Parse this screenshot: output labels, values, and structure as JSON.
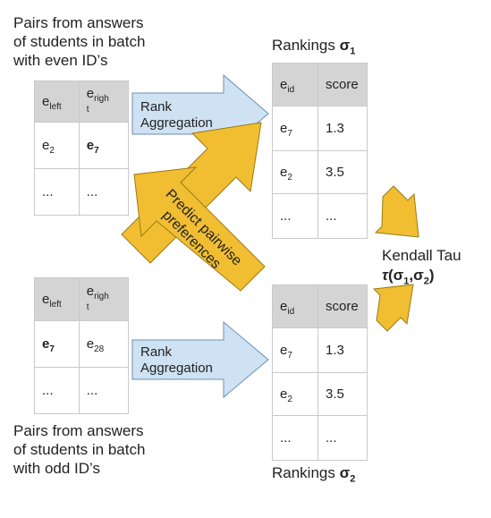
{
  "captions": {
    "top_left": [
      "Pairs from answers",
      "of students in batch",
      "with even ID’s"
    ],
    "bottom_left": [
      "Pairs from answers",
      "of students in batch",
      "with odd ID’s"
    ],
    "rankings_top": "Rankings ",
    "rankings_bottom": "Rankings ",
    "sigma": "σ",
    "sub1": "1",
    "sub2": "2",
    "kendall": "Kendall Tau"
  },
  "pair_table_top": {
    "header_left": {
      "base": "e",
      "sub": "left"
    },
    "header_right": {
      "base": "e",
      "sub1": "righ",
      "sub2": "t"
    },
    "row1": {
      "left_base": "e",
      "left_sub": "2",
      "right_base": "e",
      "right_sub": "7"
    },
    "row2": {
      "left": "...",
      "right": "..."
    }
  },
  "pair_table_bottom": {
    "header_left": {
      "base": "e",
      "sub": "left"
    },
    "header_right": {
      "base": "e",
      "sub1": "righ",
      "sub2": "t"
    },
    "row1": {
      "left_base": "e",
      "left_sub": "7",
      "right_base": "e",
      "right_sub": "28"
    },
    "row2": {
      "left": "...",
      "right": "..."
    }
  },
  "rank_table_top": {
    "header_id": {
      "base": "e",
      "sub": "id"
    },
    "header_score": "score",
    "rows": [
      {
        "base": "e",
        "sub": "7",
        "score": "1.3"
      },
      {
        "base": "e",
        "sub": "2",
        "score": "3.5"
      },
      {
        "id": "...",
        "score": "..."
      }
    ]
  },
  "rank_table_bottom": {
    "header_id": {
      "base": "e",
      "sub": "id"
    },
    "header_score": "score",
    "rows": [
      {
        "base": "e",
        "sub": "7",
        "score": "1.3"
      },
      {
        "base": "e",
        "sub": "2",
        "score": "3.5"
      },
      {
        "id": "...",
        "score": "..."
      }
    ]
  },
  "arrows": {
    "top_label": [
      "Rank",
      "Aggregation"
    ],
    "bottom_label": [
      "Rank",
      "Aggregation"
    ],
    "cross_label": [
      "Predict pairwise",
      "preferences"
    ]
  },
  "tau": {
    "symbol": "τ",
    "open": "(",
    "comma": ",",
    "close": ")"
  },
  "colors": {
    "blue_arrow": "#cfe2f3",
    "gold_arrow": "#f1be32",
    "header_gray": "#d4d4d4",
    "border": "#c9c9c9"
  }
}
